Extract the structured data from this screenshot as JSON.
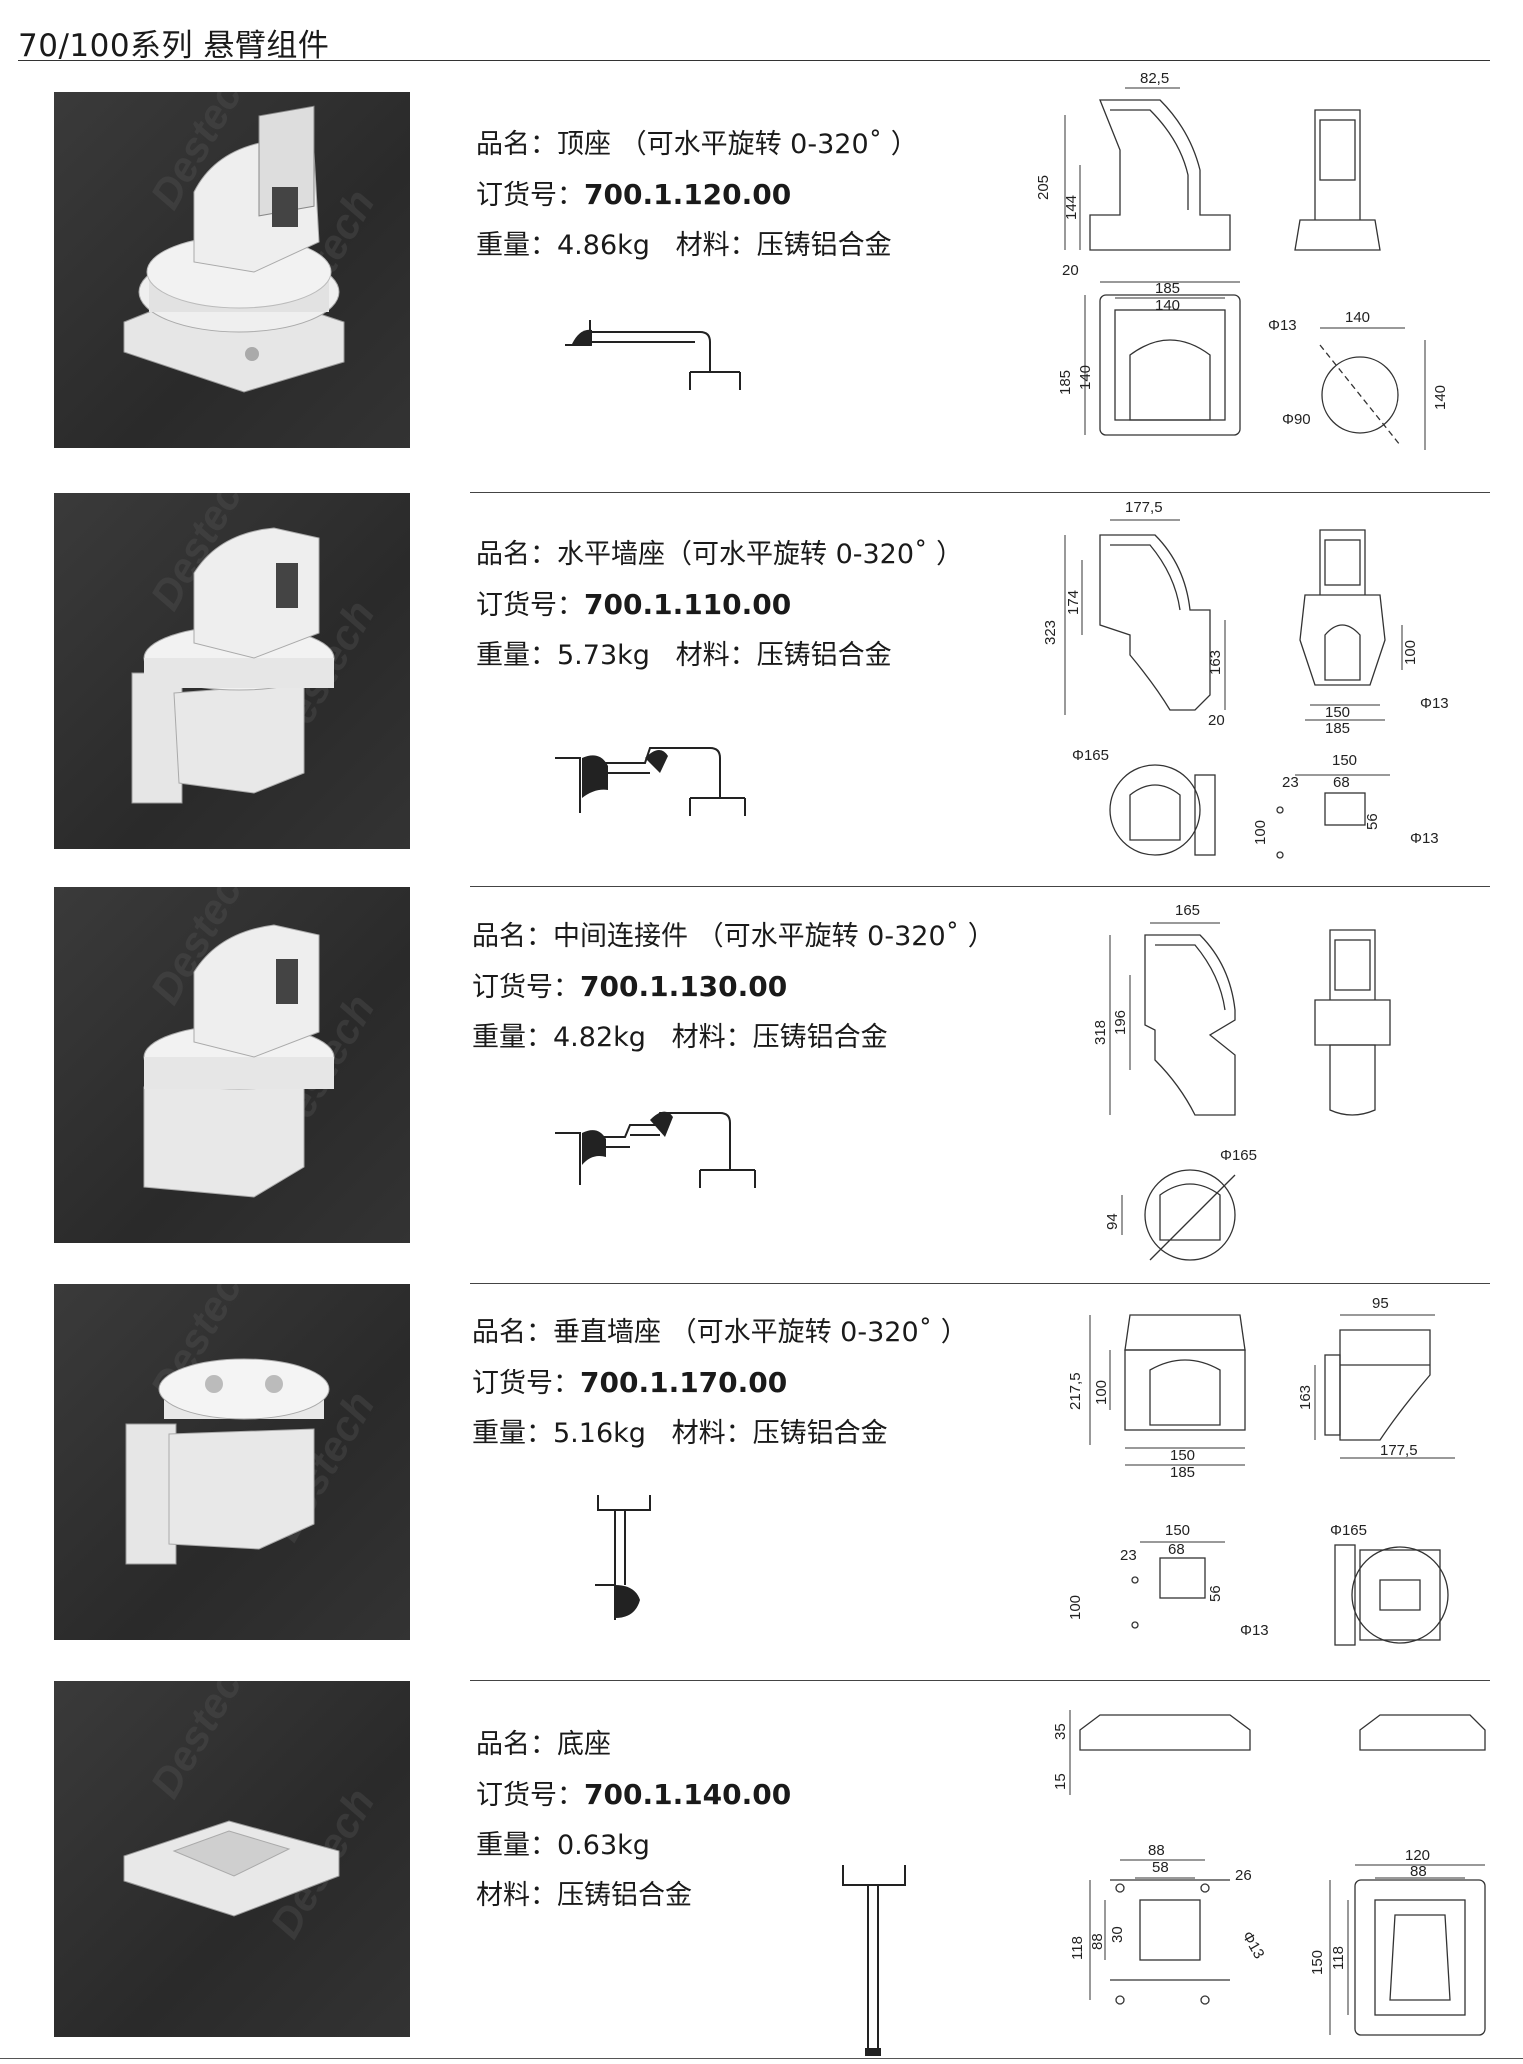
{
  "header": {
    "title": "70/100系列  悬臂组件"
  },
  "watermark": "Destech",
  "items": [
    {
      "name_label": "品名：",
      "name": "顶座 （可水平旋转 0-320˚ ）",
      "order_label": "订货号：",
      "order": "700.1.120.00",
      "weight_label": "重量：",
      "weight": "4.86kg",
      "material_label": "材料：",
      "material": "压铸铝合金",
      "dims": [
        "82,5",
        "205",
        "144",
        "20",
        "185",
        "140",
        "185",
        "140",
        "Φ13",
        "140",
        "Φ90",
        "140"
      ]
    },
    {
      "name_label": "品名：",
      "name": "水平墙座（可水平旋转 0-320˚ ）",
      "order_label": "订货号：",
      "order": "700.1.110.00",
      "weight_label": "重量：",
      "weight": "5.73kg",
      "material_label": "材料：",
      "material": "压铸铝合金",
      "dims": [
        "177,5",
        "323",
        "174",
        "163",
        "20",
        "100",
        "150",
        "185",
        "Φ13",
        "Φ165",
        "150",
        "23",
        "68",
        "100",
        "56",
        "Φ13"
      ]
    },
    {
      "name_label": "品名：",
      "name": "中间连接件 （可水平旋转 0-320˚ ）",
      "order_label": "订货号：",
      "order": "700.1.130.00",
      "weight_label": "重量：",
      "weight": "4.82kg",
      "material_label": "材料：",
      "material": "压铸铝合金",
      "dims": [
        "165",
        "318",
        "196",
        "Φ165",
        "94"
      ]
    },
    {
      "name_label": "品名：",
      "name": "垂直墙座 （可水平旋转 0-320˚ ）",
      "order_label": "订货号：",
      "order": "700.1.170.00",
      "weight_label": "重量：",
      "weight": "5.16kg",
      "material_label": "材料：",
      "material": "压铸铝合金",
      "dims": [
        "217,5",
        "100",
        "150",
        "185",
        "95",
        "163",
        "177,5",
        "150",
        "68",
        "23",
        "100",
        "56",
        "Φ13",
        "Φ165"
      ]
    },
    {
      "name_label": "品名：",
      "name": "底座",
      "order_label": "订货号：",
      "order": "700.1.140.00",
      "weight_label": "重量：",
      "weight": "0.63kg",
      "material_label": "材料：",
      "material": "压铸铝合金",
      "dims": [
        "35",
        "15",
        "88",
        "58",
        "26",
        "Φ13",
        "118",
        "88",
        "30",
        "120",
        "88",
        "150",
        "118"
      ]
    }
  ]
}
